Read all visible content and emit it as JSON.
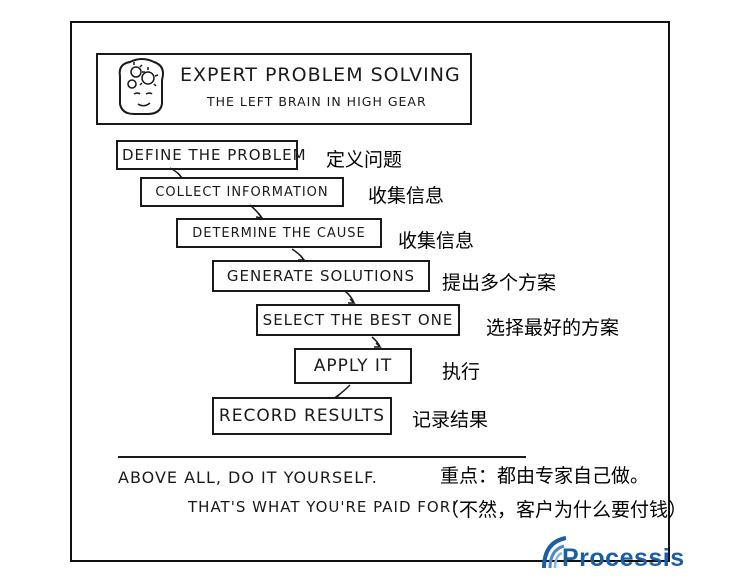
{
  "header": {
    "title": "EXPERT PROBLEM SOLVING",
    "subtitle": "THE LEFT BRAIN IN HIGH GEAR"
  },
  "steps": [
    {
      "label": "DEFINE THE PROBLEM",
      "translation": "定义问题"
    },
    {
      "label": "COLLECT INFORMATION",
      "translation": "收集信息"
    },
    {
      "label": "DETERMINE THE CAUSE",
      "translation": "收集信息"
    },
    {
      "label": "GENERATE SOLUTIONS",
      "translation": "提出多个方案"
    },
    {
      "label": "SELECT THE BEST ONE",
      "translation": "选择最好的方案"
    },
    {
      "label": "APPLY IT",
      "translation": "执行"
    },
    {
      "label": "RECORD RESULTS",
      "translation": "记录结果"
    }
  ],
  "footer": {
    "line1": "ABOVE ALL, DO IT YOURSELF.",
    "line2": "THAT'S WHAT YOU'RE PAID FOR!",
    "note1": "重点：都由专家自己做。",
    "note2": "（不然，客户为什么要付钱）"
  },
  "logo": {
    "text": "Processis",
    "color": "#1b5ea8"
  }
}
